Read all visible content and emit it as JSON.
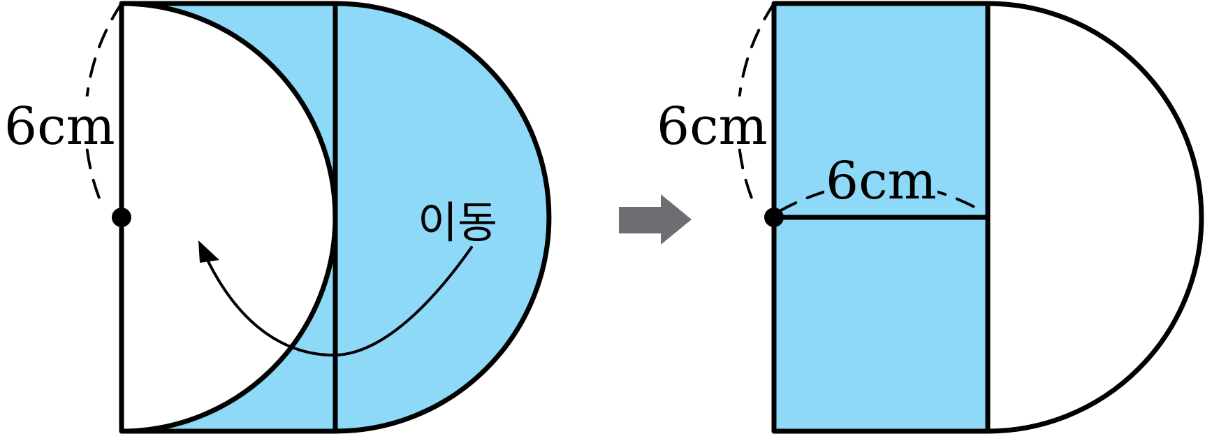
{
  "labels": {
    "left_radius": "6cm",
    "move": "이동",
    "right_radius": "6cm",
    "right_width": "6cm"
  },
  "colors": {
    "fill": "#8ed8f8",
    "stroke": "#000000",
    "arrow": "#6d6e71"
  },
  "icons": {
    "transform_arrow": "right-arrow-icon",
    "move_arrow": "curved-arrow-icon"
  }
}
